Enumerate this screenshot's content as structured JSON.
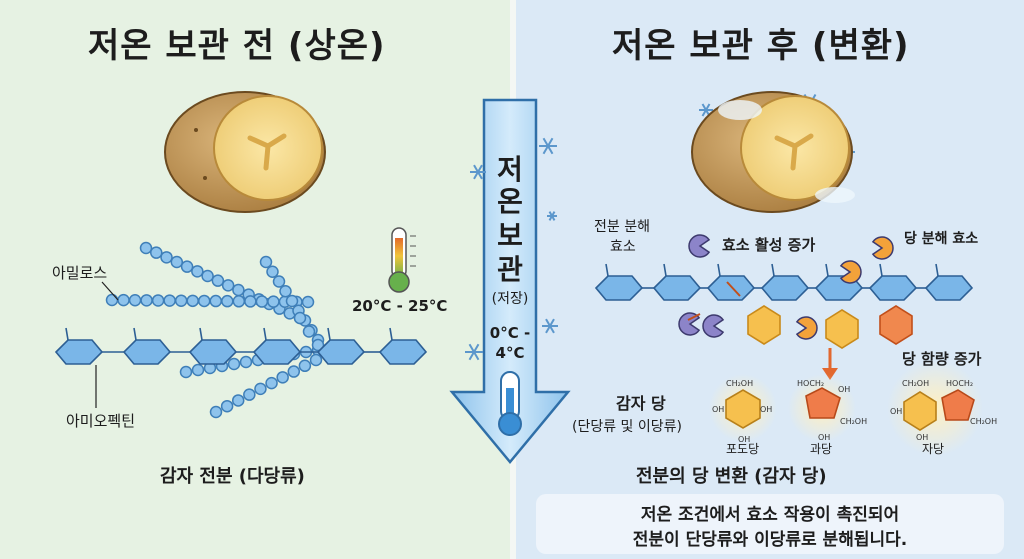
{
  "left": {
    "title": "저온 보관 전 (상온)",
    "amylose_label": "아밀로스",
    "amylopectin_label": "아미오펙틴",
    "temperature": "20°C - 25°C",
    "caption": "감자 전분 (다당류)"
  },
  "center": {
    "arrow_chars": [
      "저",
      "온",
      "보",
      "관"
    ],
    "arrow_sub": "(저장)",
    "arrow_temp_1": "0°C -",
    "arrow_temp_2": "4°C"
  },
  "right": {
    "title": "저온 보관 후 (변환)",
    "starch_enzyme_1": "전분 분해",
    "starch_enzyme_2": "효소",
    "activity_up": "효소 활성 증가",
    "sugar_enzyme": "당 분해 효소",
    "sugar_up": "당 함량 증가",
    "potato_sugar": "감자 당",
    "sugar_types": "(단당류 및 이당류)",
    "glucose": "포도당",
    "fructose": "과당",
    "sucrose": "자당",
    "caption": "전분의 당 변환 (감자 당)",
    "note_1": "저온 조건에서 효소 작용이 촉진되어",
    "note_2": "전분이 단당류와 이당류로 분해됩니다."
  },
  "colors": {
    "left_bg": "#e6f2e3",
    "right_bg": "#dbe9f6",
    "ring": "#6aa9dc",
    "arrow": "#a9d2f1",
    "sugar_orange": "#f3a23a",
    "enzyme_purple": "#8c84c9",
    "accent_red": "#e2682f"
  }
}
